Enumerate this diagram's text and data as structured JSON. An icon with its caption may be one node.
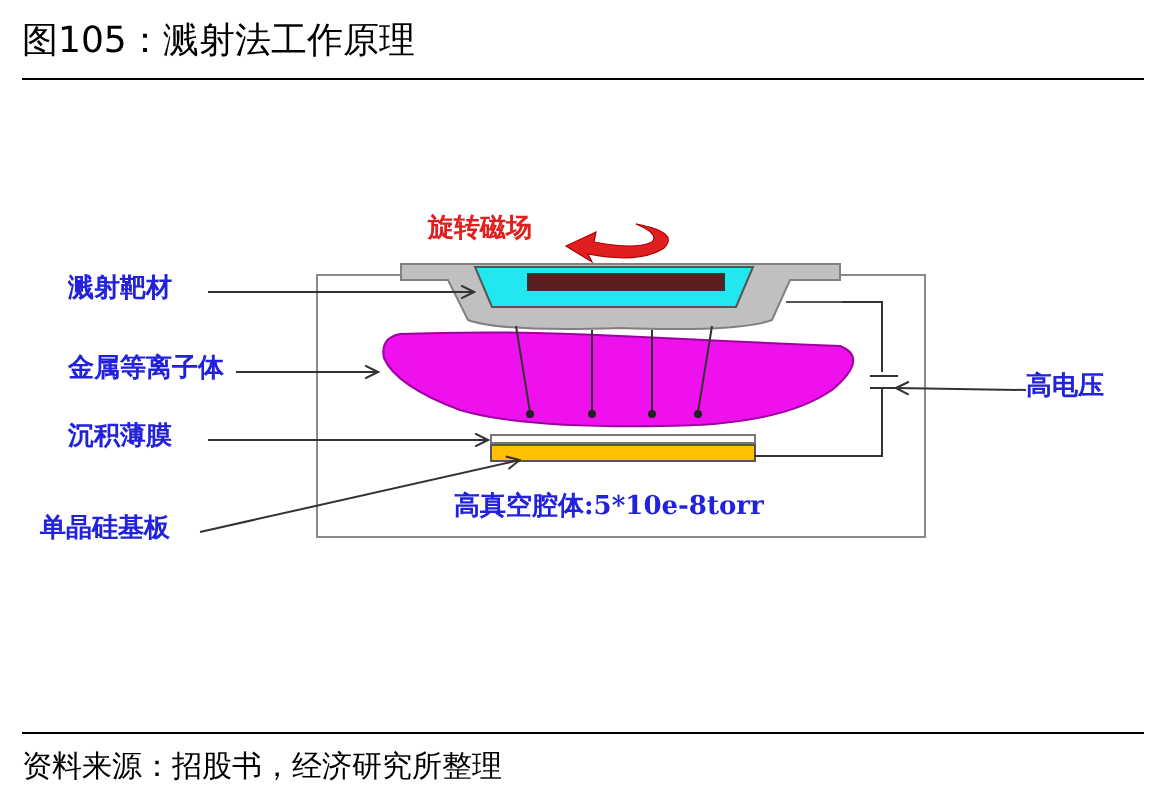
{
  "diagram": {
    "title": "图105：溅射法工作原理",
    "caption": "资料来源：招股书，经济研究所整理",
    "nodes": [
      {
        "text": [
          "溅射靶材"
        ]
      },
      {
        "text": [
          "金属等离子体"
        ]
      },
      {
        "text": [
          "沉积薄膜"
        ]
      },
      {
        "text": [
          "单晶硅基板"
        ]
      },
      {
        "text": [
          "高电压"
        ]
      },
      {
        "text": [
          "旋转磁场"
        ]
      },
      {
        "text": [
          "高真空腔体:5*10e-8torr"
        ]
      },
      {
        "text": [],
        "shape": "box"
      },
      {
        "text": [],
        "shape": "box",
        "in": 7
      },
      {
        "text": [],
        "shape": "cloud",
        "in": 6
      },
      {
        "text": [],
        "shape": "bar",
        "in": 6
      },
      {
        "text": [],
        "shape": "bar",
        "in": 6
      },
      {
        "text": [],
        "shape": "capacitor",
        "in": 6
      }
    ],
    "edges": [
      {
        "from": 0,
        "to": 8,
        "arrow": "to"
      },
      {
        "from": 1,
        "to": 9,
        "arrow": "to"
      },
      {
        "from": 2,
        "to": 10,
        "arrow": "to"
      },
      {
        "from": 3,
        "to": 11,
        "arrow": "to"
      },
      {
        "from": 4,
        "to": 12,
        "arrow": "to"
      },
      {
        "from": 7,
        "to": 12,
        "arrow": "none"
      },
      {
        "from": 12,
        "to": 11,
        "arrow": "none"
      }
    ]
  }
}
